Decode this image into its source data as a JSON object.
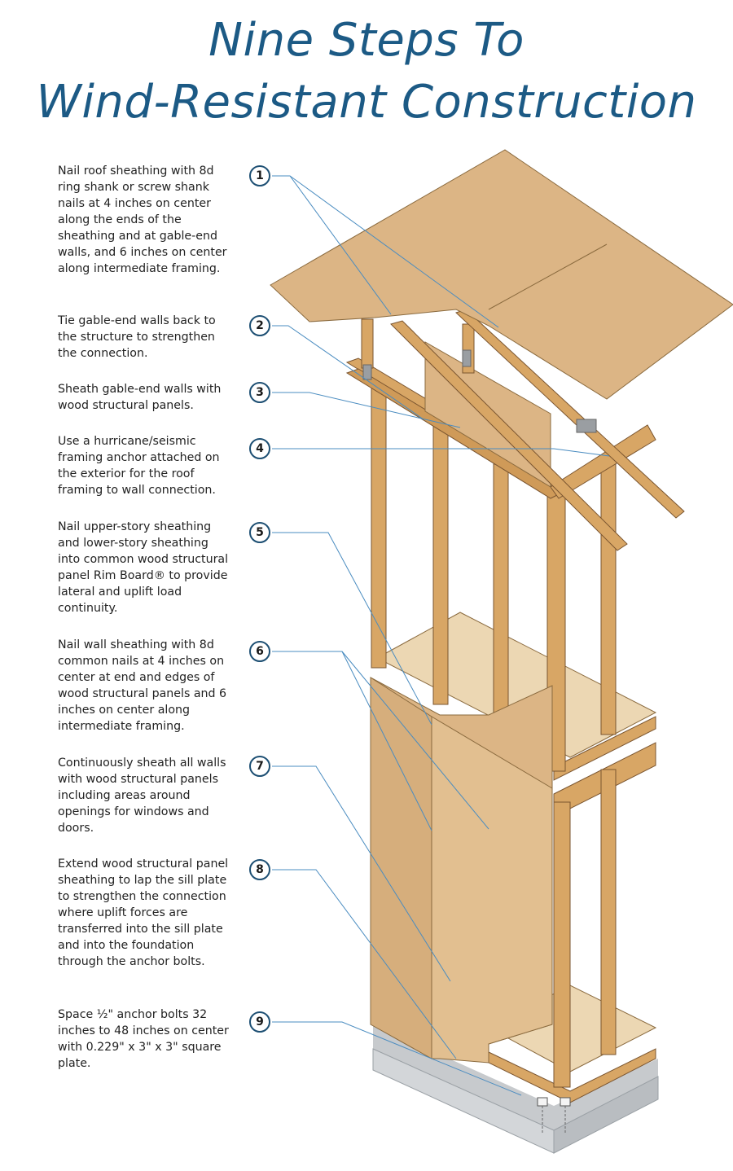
{
  "title_line1": "Nine Steps To",
  "title_line2": "Wind-Resistant Construction",
  "steps": [
    {
      "number": "1",
      "text": "Nail roof sheathing with 8d ring shank or screw shank nails at 4 inches on center along the ends of the sheathing and at gable-end walls, and 6 inches on center along intermediate framing."
    },
    {
      "number": "2",
      "text": "Tie gable-end walls back to the structure to strengthen the connection."
    },
    {
      "number": "3",
      "text": "Sheath gable-end walls with wood structural panels."
    },
    {
      "number": "4",
      "text": "Use a hurricane/seismic framing anchor attached on the exterior for the roof framing to wall connection."
    },
    {
      "number": "5",
      "text": "Nail upper-story sheathing and lower-story sheathing into common wood structural panel Rim Board® to provide lateral and uplift load continuity."
    },
    {
      "number": "6",
      "text": "Nail wall sheathing with 8d common nails at 4 inches on center at end and edges of wood structural panels and 6 inches on center along intermediate framing."
    },
    {
      "number": "7",
      "text": "Continuously sheath all walls with wood structural panels including areas around openings for windows and doors."
    },
    {
      "number": "8",
      "text": "Extend wood structural panel sheathing to lap the sill plate to strengthen the connection where uplift forces are transferred into the sill plate and into the foundation through the anchor bolts."
    },
    {
      "number": "9",
      "text": "Space ½\" anchor bolts 32 inches to 48 inches on center with 0.229\" x 3\" x 3\" square plate."
    }
  ],
  "colors": {
    "title": "#1c5a85",
    "badge_border": "#1d4f73",
    "leader": "#4a8cc0",
    "sheathing": "#dcb585",
    "lumber": "#d8a665",
    "floor": "#ecd7b3",
    "concrete": "#d3d6d9"
  }
}
